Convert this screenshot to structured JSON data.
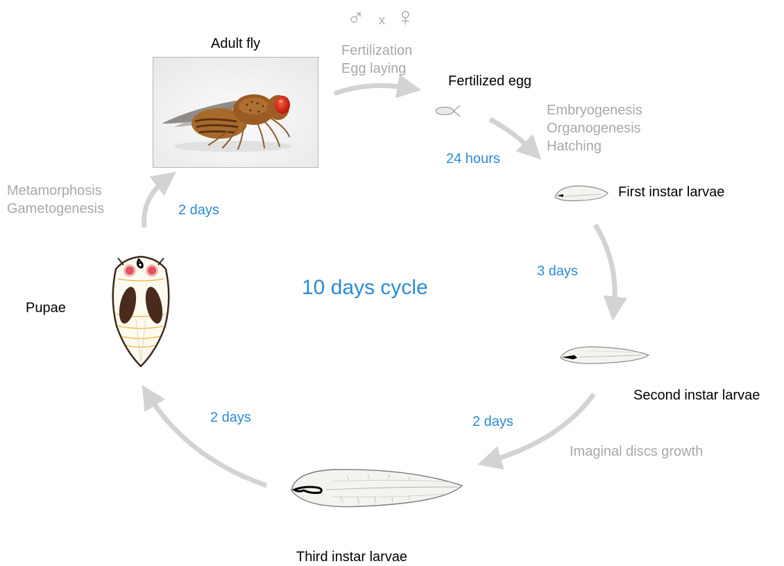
{
  "stages": {
    "adult": "Adult fly",
    "egg": "Fertilized egg",
    "first": "First instar larvae",
    "second": "Second instar larvae",
    "third": "Third instar larvae",
    "pupae": "Pupae"
  },
  "processes": {
    "cross": {
      "male": "♂",
      "x": "x",
      "female": "♀"
    },
    "fertilization": [
      "Fertilization",
      "Egg laying"
    ],
    "embryo": [
      "Embryogenesis",
      "Organogenesis",
      "Hatching"
    ],
    "imaginal": [
      "Imaginal discs growth"
    ],
    "metamorphosis": [
      "Metamorphosis",
      "Gametogenesis"
    ]
  },
  "durations": {
    "egg_to_first": "24 hours",
    "first_to_second": "3 days",
    "second_to_third": "2 days",
    "third_to_pupae": "2 days",
    "pupae_to_adult": "2 days"
  },
  "center_title": "10 days cycle",
  "colors": {
    "arrow": "#d3d3d3",
    "duration_text": "#2a8ad6",
    "process_text": "#a8a8a8",
    "stage_text": "#000000",
    "pupa_eye": "#e0414e",
    "pupa_wing": "#4a2a1c",
    "pupa_segment": "#f0b23a"
  },
  "icons": [
    "adult-fly-photo",
    "egg-icon",
    "first-instar-larva-icon",
    "second-instar-larva-icon",
    "third-instar-larva-icon",
    "pupa-icon",
    "male-symbol",
    "female-symbol"
  ]
}
